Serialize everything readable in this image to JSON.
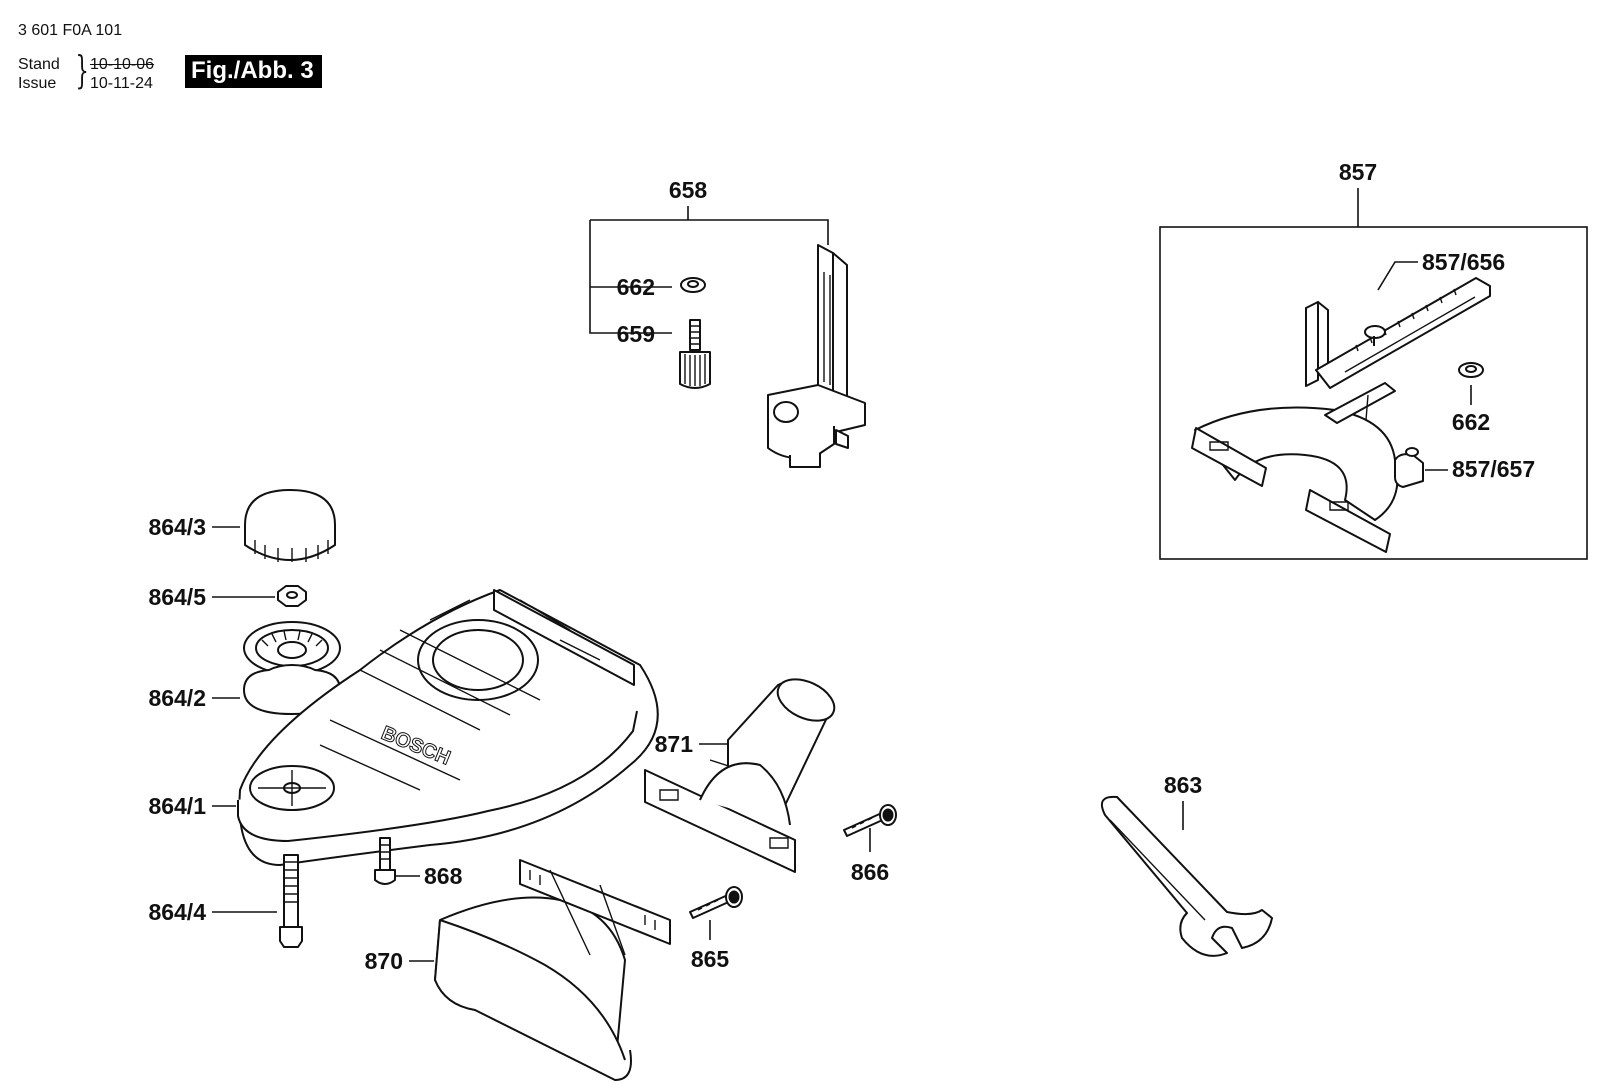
{
  "header": {
    "doc_number": "3 601 F0A 101",
    "stand_label": "Stand",
    "issue_label": "Issue",
    "date_old": "10-10-06",
    "date_new": "10-11-24",
    "figure_label": "Fig./Abb. 3"
  },
  "parts": {
    "p658": "658",
    "p662a": "662",
    "p659": "659",
    "p857": "857",
    "p857_656": "857/656",
    "p662b": "662",
    "p857_657": "857/657",
    "p864_3": "864/3",
    "p864_5": "864/5",
    "p864_2": "864/2",
    "p864_1": "864/1",
    "p864_4": "864/4",
    "p868": "868",
    "p870": "870",
    "p871": "871",
    "p866": "866",
    "p865": "865",
    "p863": "863"
  },
  "baseplate_logo": "BOSCH"
}
